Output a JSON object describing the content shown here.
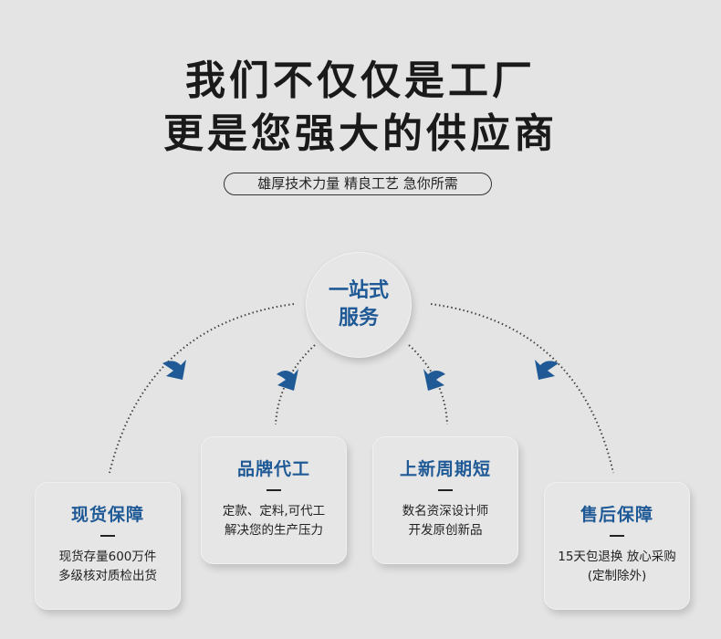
{
  "heading": {
    "line1": "我们不仅仅是工厂",
    "line2": "更是您强大的供应商"
  },
  "tagline": "雄厚技术力量 精良工艺 急你所需",
  "center": {
    "line1": "一站式",
    "line2": "服务"
  },
  "colors": {
    "accent": "#1f5a96",
    "background": "#e4e4e4"
  },
  "cards": [
    {
      "title": "现货保障",
      "line1": "现货存量600万件",
      "line2": "多级核对质检出货"
    },
    {
      "title": "品牌代工",
      "line1": "定款、定料,可代工",
      "line2": "解决您的生产压力"
    },
    {
      "title": "上新周期短",
      "line1": "数名资深设计师",
      "line2": "开发原创新品"
    },
    {
      "title": "售后保障",
      "line1": "15天包退换 放心采购",
      "line2": "(定制除外)"
    }
  ]
}
